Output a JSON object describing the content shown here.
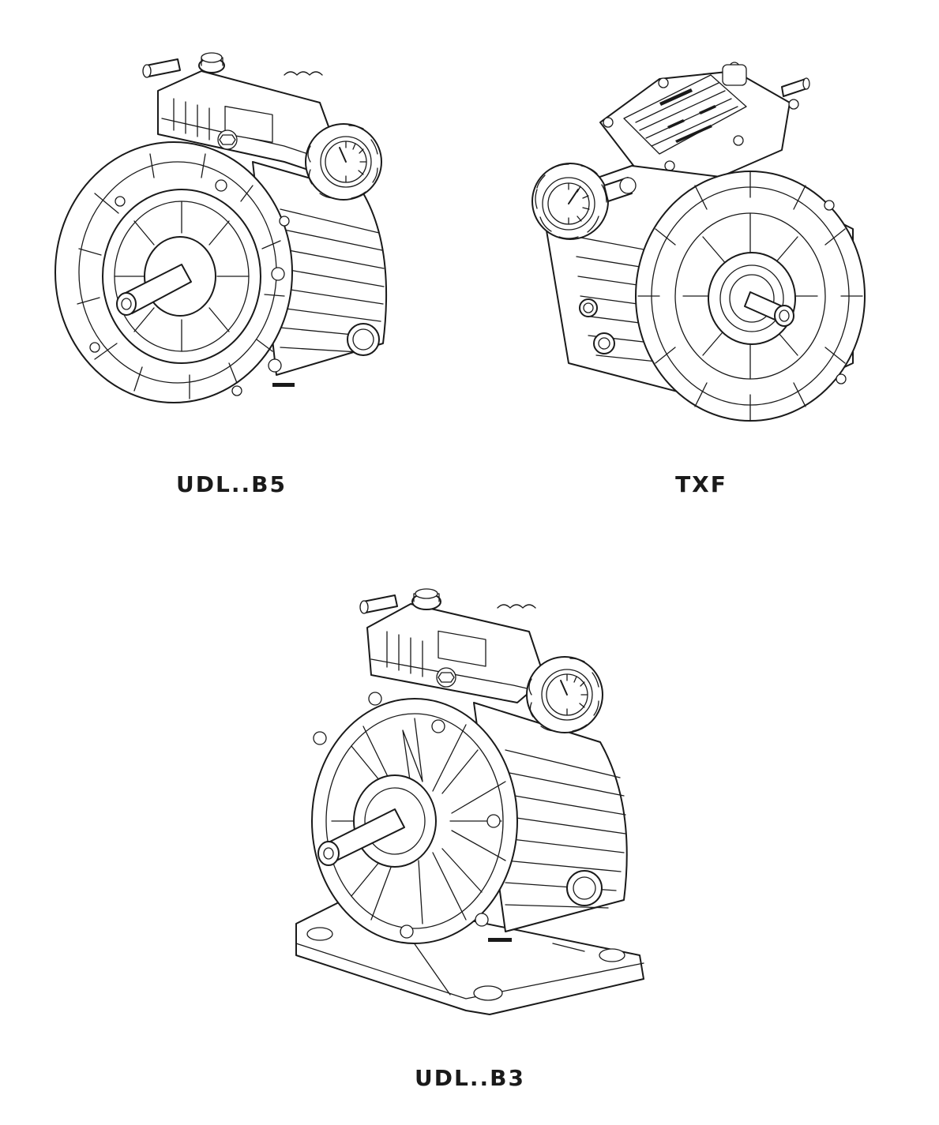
{
  "products": [
    {
      "id": "udl-b5",
      "label": "UDL..B5"
    },
    {
      "id": "txf",
      "label": "TXF"
    },
    {
      "id": "udl-b3",
      "label": "UDL..B3"
    }
  ]
}
